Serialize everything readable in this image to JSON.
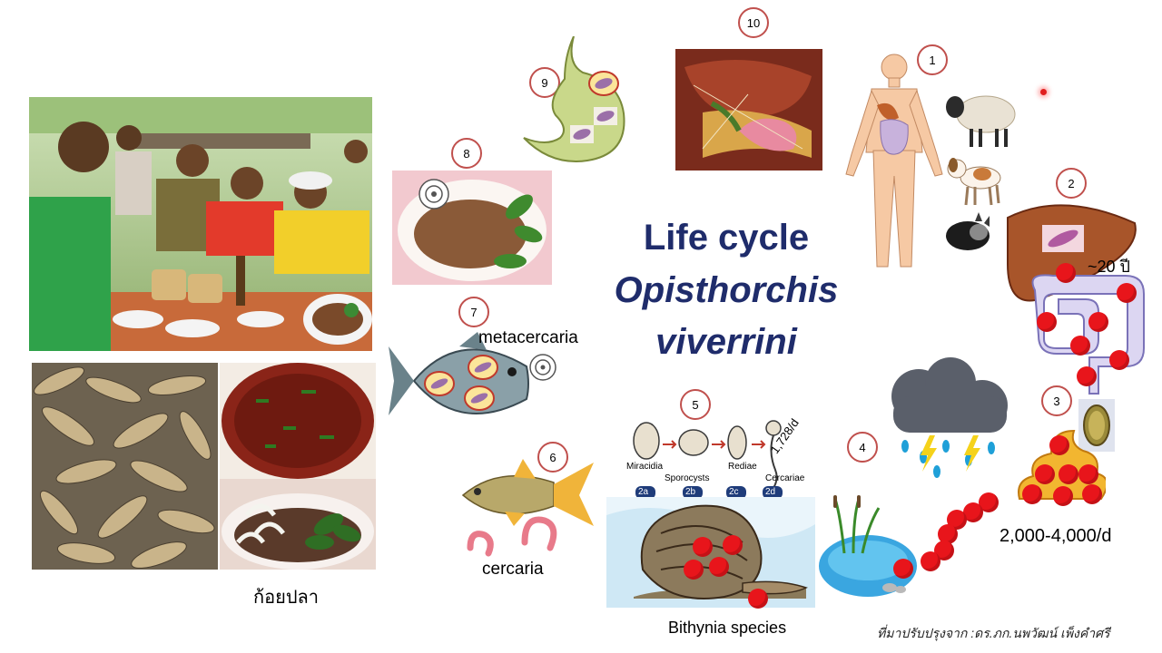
{
  "title": {
    "line1": "Life cycle",
    "line2": "Opisthorchis",
    "line3": "viverrini"
  },
  "steps": [
    "1",
    "2",
    "3",
    "4",
    "5",
    "6",
    "7",
    "8",
    "9",
    "10"
  ],
  "labels": {
    "metacercaria": "metacercaria",
    "cercaria": "cercaria",
    "bithynia": "Bithynia species",
    "dish": "ก้อยปลา",
    "lifespan": "~20 ปี",
    "egg_count": "2,000-4,000/d",
    "cercariae_rate": "1,728/d",
    "credit": "ที่มาปรับปรุงจาก :ดร.ภก.นพวัฒน์ เพ็งคำศรี"
  },
  "snail_stages": {
    "miracidia": "Miracidia",
    "sporocysts": "Sporocysts",
    "rediae": "Rediae",
    "cercariae": "Cercariae",
    "tags": [
      "2a",
      "2b",
      "2c",
      "2d"
    ]
  },
  "colors": {
    "title": "#1f2c6b",
    "circle_border": "#c0504d",
    "egg_red": "#e8151b"
  }
}
